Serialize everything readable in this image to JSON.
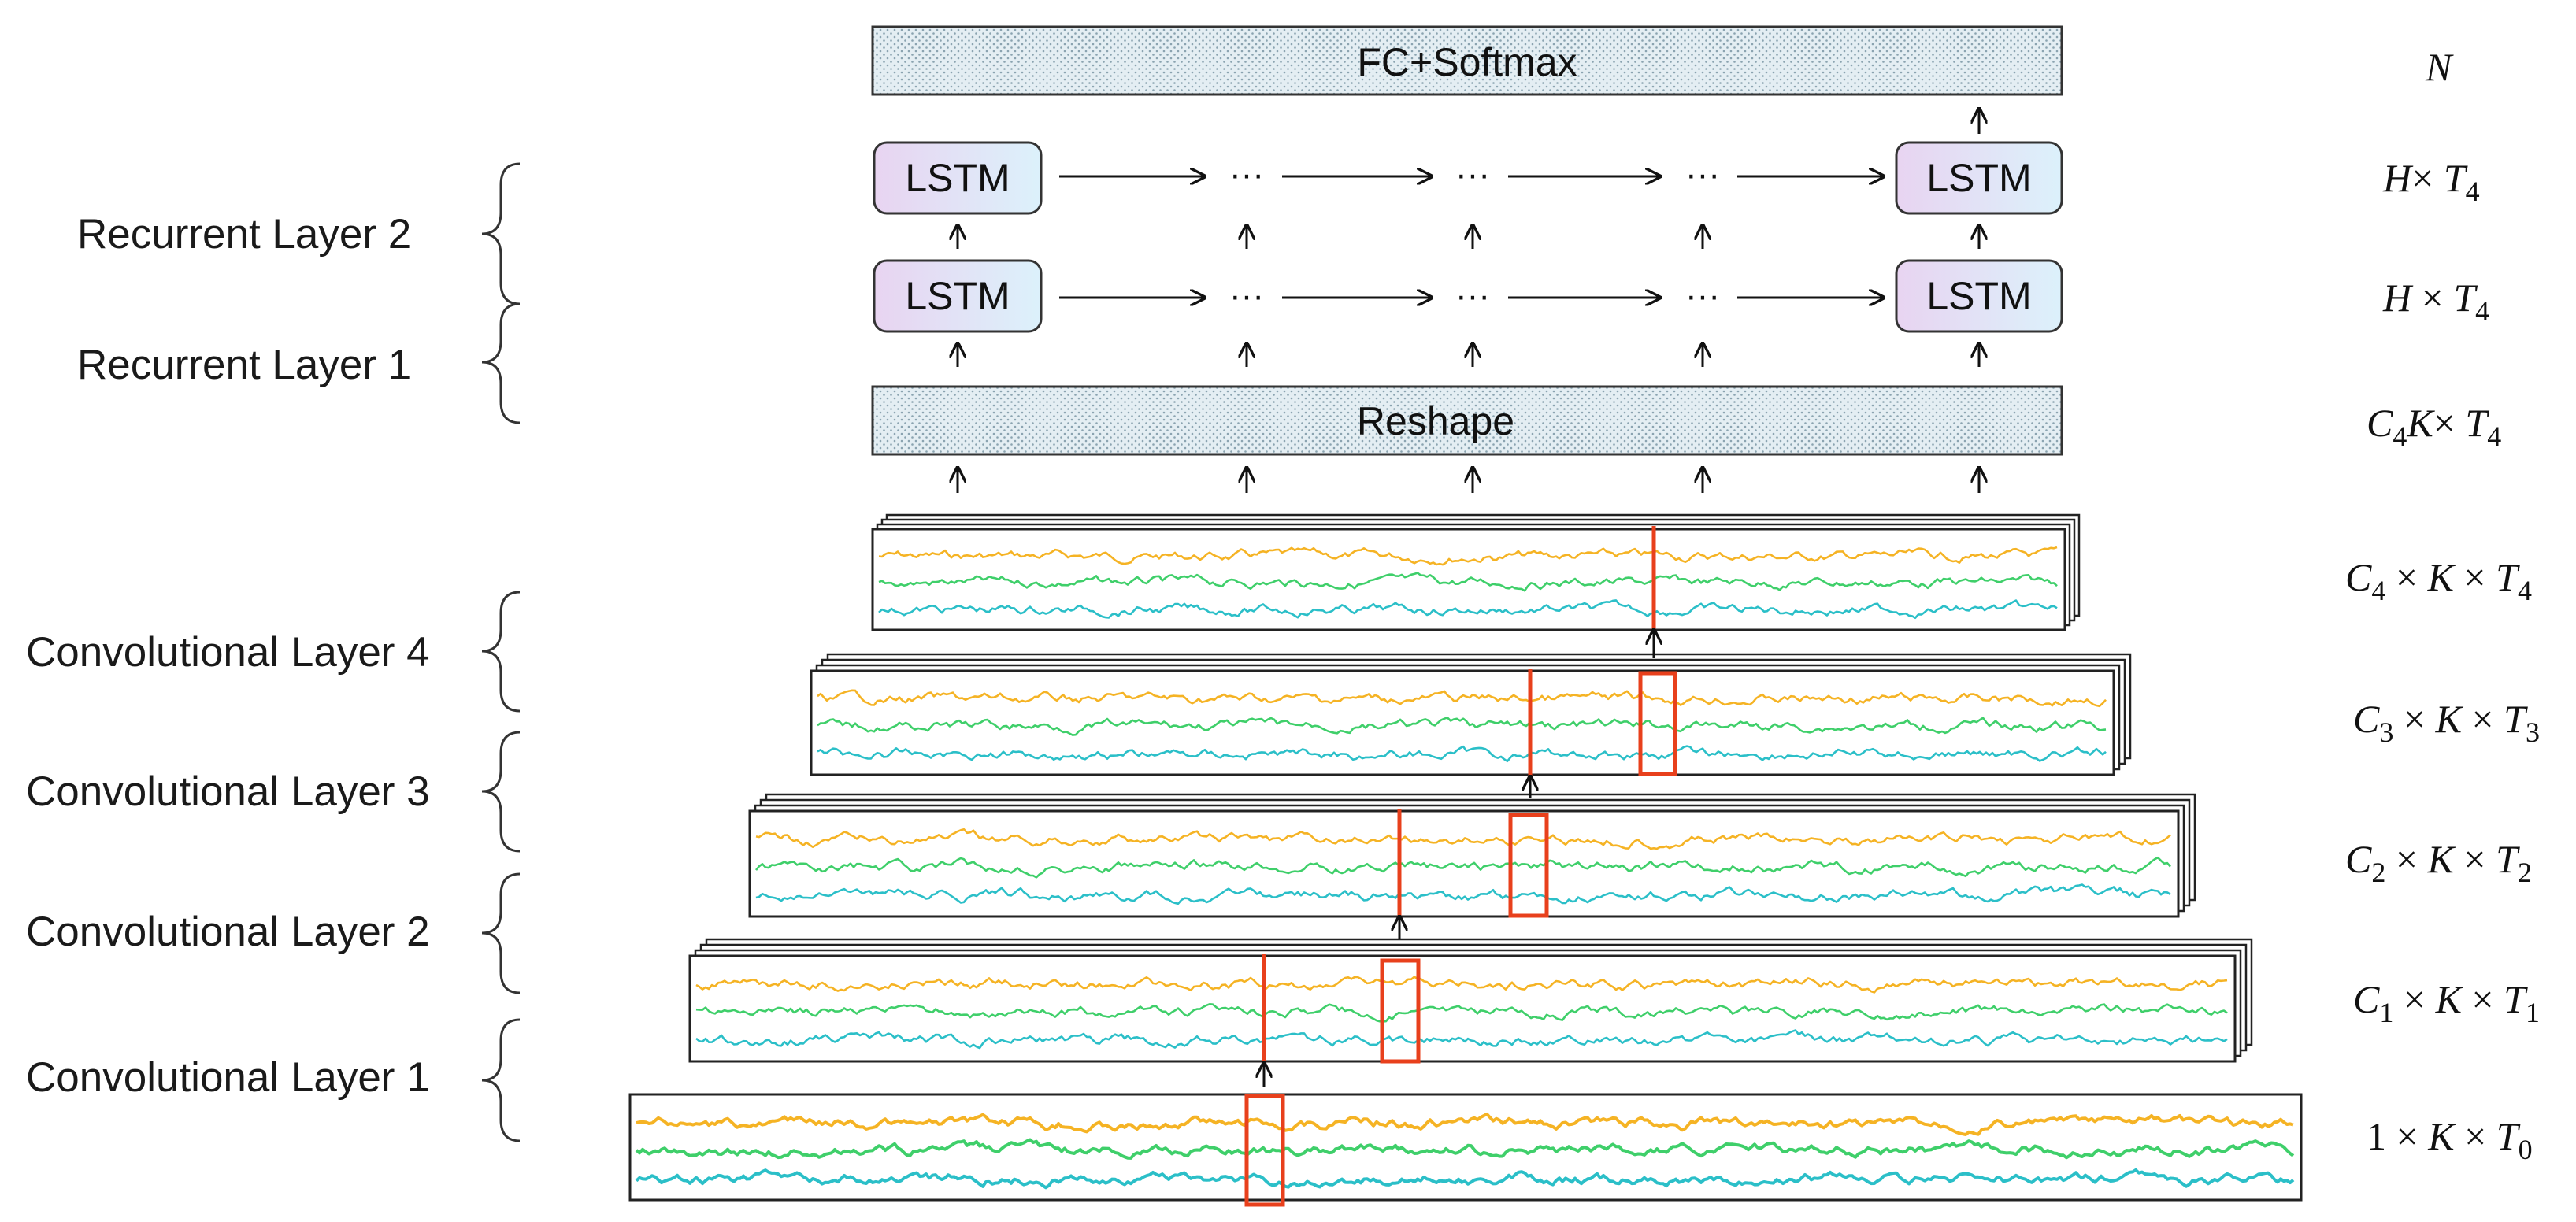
{
  "layer_labels": {
    "recurrent_2": "Recurrent Layer 2",
    "recurrent_1": "Recurrent Layer 1",
    "conv_4": "Convolutional Layer 4",
    "conv_3": "Convolutional Layer 3",
    "conv_2": "Convolutional Layer 2",
    "conv_1": "Convolutional Layer 1"
  },
  "blocks": {
    "fc_softmax": "FC+Softmax",
    "reshape": "Reshape",
    "lstm": "LSTM",
    "ellipsis": "···"
  },
  "dimensions": {
    "output": "N",
    "rnn2": [
      "H",
      "× ",
      "T",
      "4"
    ],
    "rnn1": [
      "H",
      " × ",
      "T",
      "4"
    ],
    "reshape": [
      "C",
      "4",
      "K",
      "× ",
      "T",
      "4"
    ],
    "conv4": [
      "C",
      "4",
      " × ",
      "K",
      " × ",
      "T",
      "4"
    ],
    "conv3": [
      "C",
      "3",
      " × ",
      "K",
      " × ",
      "T",
      "3"
    ],
    "conv2": [
      "C",
      "2",
      " × ",
      "K",
      " × ",
      "T",
      "2"
    ],
    "conv1": [
      "C",
      "1",
      " × ",
      "K",
      " × ",
      "T",
      "1"
    ],
    "input": [
      "1 × ",
      "K",
      " × ",
      "T",
      "0"
    ]
  },
  "colors": {
    "signal_top": "#f5b324",
    "signal_mid": "#3fcf6a",
    "signal_bot": "#2bbfc8",
    "highlight": "#e8401c",
    "lstm_grad_left": "#e9d8f2",
    "lstm_grad_right": "#ddf1fb",
    "dotted_fill": "#dbe8ef"
  }
}
